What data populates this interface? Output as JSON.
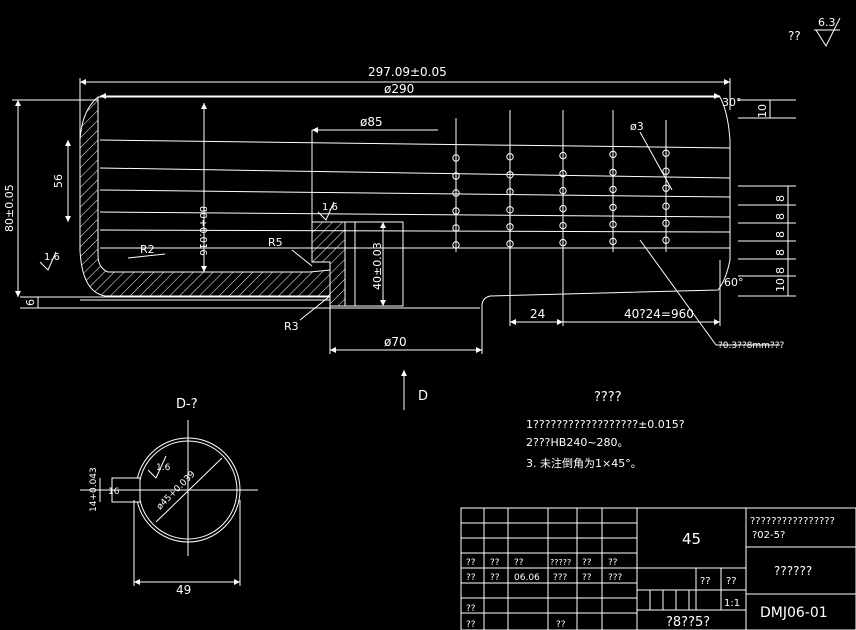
{
  "dims": {
    "overall": "297.09±0.05",
    "d290": "ø290",
    "d85": "ø85",
    "h80": "80±0.05",
    "h56": "56",
    "inner80": "80+0.016",
    "h6": "6",
    "h40": "40±0.03",
    "d70": "ø70",
    "w24": "24",
    "pitch": "40?24=960",
    "depth_note": "?0.3??8mm???",
    "d3": "ø3",
    "r8": "8",
    "r10": "10",
    "a30": "30°",
    "a60": "60°",
    "ra": "1.6"
  },
  "main": {
    "r2": "R2",
    "r5": "R5",
    "r3": "R3"
  },
  "view": {
    "d_arrow": "D",
    "d_title": "D-?",
    "dia": "ø45+0.039",
    "w49": "49",
    "k14": "14+0.043",
    "k16": "16"
  },
  "roughness": {
    "prefix": "??",
    "value": "6.3"
  },
  "notes": {
    "title": "????",
    "n1": "1??????????????????±0.015?",
    "n2": "2???HB240~280。",
    "n3": "3. 未注倒角为1×45°。"
  },
  "title_block": {
    "material": "45",
    "school": "????????????????",
    "class": "?02-5?",
    "part_name": "??????",
    "drawing_no": "DMJ06-01",
    "scale": "1:1",
    "sheet": "?8??5?",
    "date": "06.06",
    "q": "??",
    "q3": "???",
    "q4": "?????"
  }
}
